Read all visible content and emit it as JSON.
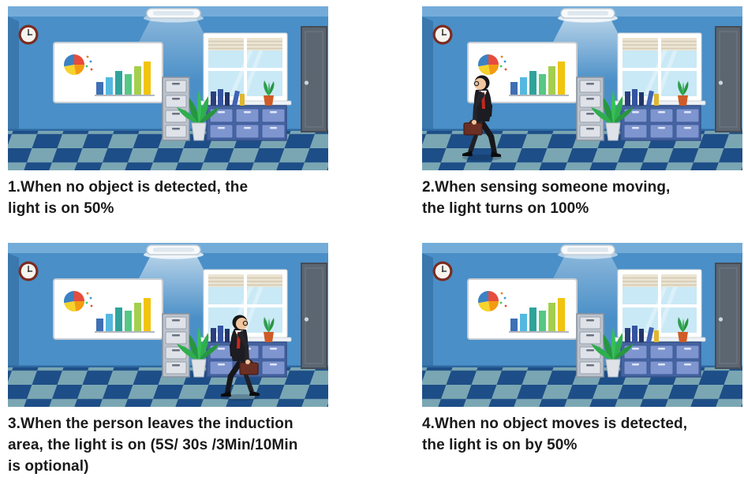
{
  "colors": {
    "wall": "#4a8fc7",
    "ceiling": "#74acd9",
    "side_wall": "#3a78ae",
    "floor_dark": "#1d4e87",
    "floor_light": "#7aa6b3",
    "baseboard": "#2e68a0",
    "caption_text": "#1a1a1a",
    "beam": "#ffffff"
  },
  "illustration_objects": [
    "ceiling-light",
    "light-beam",
    "wall-clock",
    "presentation-board",
    "pie-chart",
    "bar-chart",
    "filing-cabinet",
    "tall-potted-plant",
    "window",
    "window-blinds",
    "drawer-cabinet",
    "books",
    "small-potted-plant",
    "door",
    "checkered-floor",
    "businessman",
    "briefcase"
  ],
  "panels": [
    {
      "caption_lines": [
        "1.When no object is detected, the",
        "light is on 50%"
      ],
      "light_level": "50%",
      "person": "none"
    },
    {
      "caption_lines": [
        "2.When sensing someone moving,",
        "the light turns on 100%"
      ],
      "light_level": "100%",
      "person": "walking-in"
    },
    {
      "caption_lines": [
        "3.When the person leaves the induction",
        "area, the light is on (5S/ 30s /3Min/10Min",
        "is optional)"
      ],
      "light_level": "100%",
      "person": "walking-out"
    },
    {
      "caption_lines": [
        "4.When no object moves is detected,",
        "the light is on by 50%"
      ],
      "light_level": "50%",
      "person": "none"
    }
  ]
}
